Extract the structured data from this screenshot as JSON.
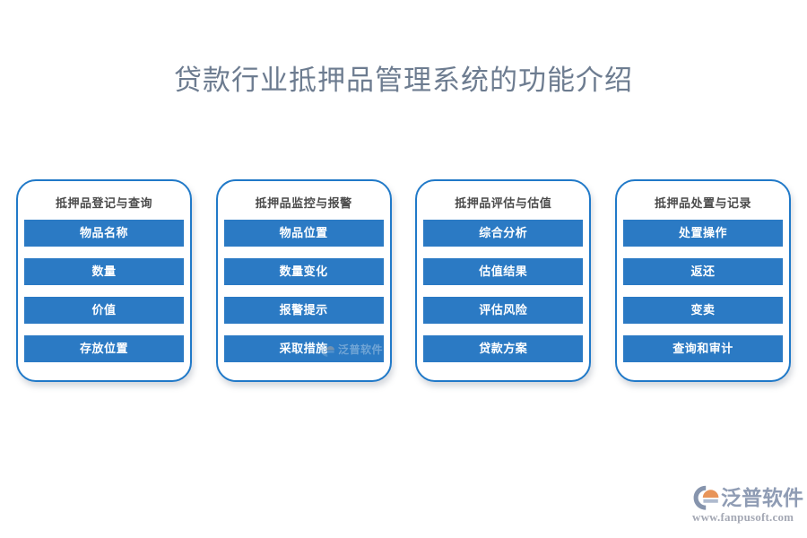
{
  "page": {
    "title": "贷款行业抵押品管理系统的功能介绍",
    "background_color": "#ffffff",
    "title_color": "#6d7c90"
  },
  "theme": {
    "card_border_color": "#2079c8",
    "item_fill_color": "#2b7ac4",
    "item_text_color": "#ffffff",
    "card_title_color": "#4b4b4b"
  },
  "cards": [
    {
      "title": "抵押品登记与查询",
      "items": [
        {
          "label": "物品名称"
        },
        {
          "label": "数量"
        },
        {
          "label": "价值"
        },
        {
          "label": "存放位置"
        }
      ]
    },
    {
      "title": "抵押品监控与报警",
      "items": [
        {
          "label": "物品位置"
        },
        {
          "label": "数量变化"
        },
        {
          "label": "报警提示"
        },
        {
          "label": "采取措施"
        }
      ]
    },
    {
      "title": "抵押品评估与估值",
      "items": [
        {
          "label": "综合分析"
        },
        {
          "label": "估值结果"
        },
        {
          "label": "评估风险"
        },
        {
          "label": "贷款方案"
        }
      ]
    },
    {
      "title": "抵押品处置与记录",
      "items": [
        {
          "label": "处置操作"
        },
        {
          "label": "返还"
        },
        {
          "label": "变卖"
        },
        {
          "label": "查询和审计"
        }
      ]
    }
  ],
  "watermark": {
    "text": "泛普软件",
    "icon": "fanpu-swoosh-logo-icon"
  },
  "brand": {
    "name": "泛普软件",
    "url": "www.fanpusoft.com",
    "icon": "fanpu-swoosh-logo-icon",
    "name_color": "#8f9cb4",
    "url_color": "#a4a8b4",
    "accent_color": "#e8955a"
  }
}
